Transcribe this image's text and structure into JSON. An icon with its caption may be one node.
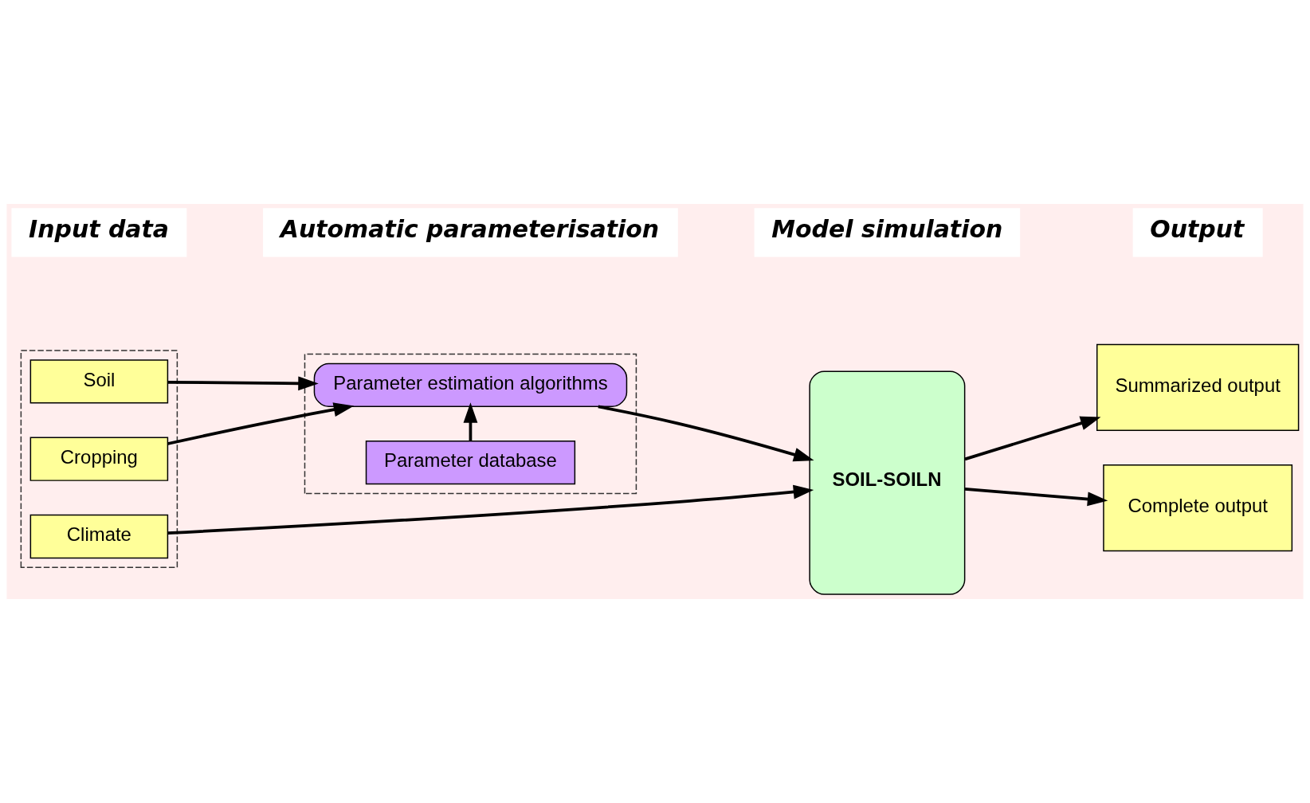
{
  "diagram": {
    "nodes": [
      {
        "text": [
          "Input data"
        ]
      },
      {
        "text": [
          "Automatic parameterisation"
        ]
      },
      {
        "text": [
          "Model simulation"
        ]
      },
      {
        "text": [
          "Output"
        ]
      },
      {
        "text": [],
        "shape": "box"
      },
      {
        "text": [
          "Soil"
        ],
        "in": 4
      },
      {
        "text": [
          "Cropping"
        ],
        "in": 4
      },
      {
        "text": [
          "Climate"
        ],
        "in": 4
      },
      {
        "text": [],
        "shape": "box"
      },
      {
        "text": [
          "Parameter database"
        ],
        "in": 8
      },
      {
        "text": [
          "Parameter estimation algorithms"
        ],
        "in": 8
      },
      {
        "text": [
          "SOIL-SOILN"
        ]
      },
      {
        "text": [
          "Summarized output"
        ]
      },
      {
        "text": [
          "Complete output"
        ]
      }
    ],
    "edges": [
      {
        "from": 9,
        "to": 10,
        "arrow": "to"
      },
      {
        "from": 5,
        "to": 10,
        "arrow": "to"
      },
      {
        "from": 6,
        "to": 10,
        "arrow": "to"
      },
      {
        "from": 10,
        "to": 11,
        "arrow": "to"
      },
      {
        "from": 7,
        "to": 11,
        "arrow": "to"
      },
      {
        "from": 11,
        "to": 12,
        "arrow": "to"
      },
      {
        "from": 11,
        "to": 13,
        "arrow": "to"
      }
    ]
  }
}
